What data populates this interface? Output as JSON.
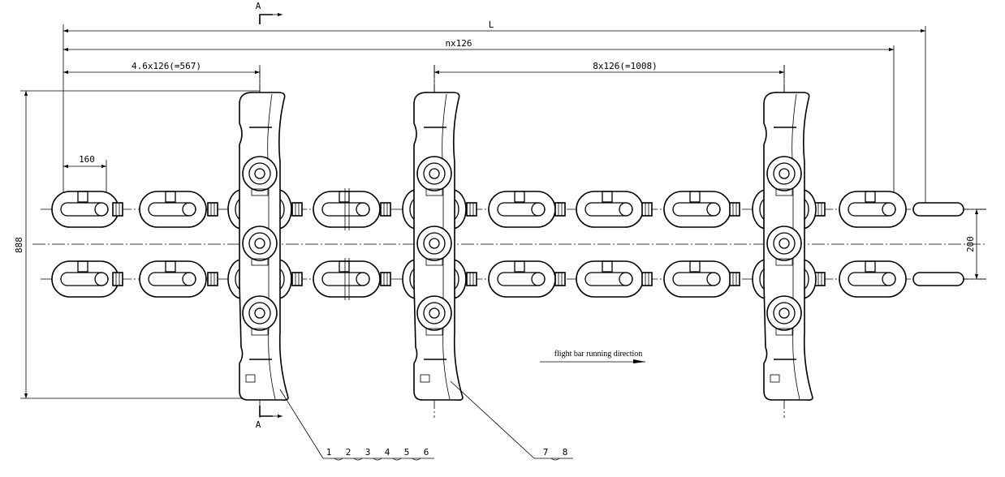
{
  "drawing": {
    "dimensions": {
      "overall_length": "L",
      "pitch_count": "nx126",
      "first_offset": "4.6x126(=567)",
      "flight_spacing": "8x126(=1008)",
      "link_length": "160",
      "total_height": "888",
      "strand_spacing": "200"
    },
    "section_marker": "A",
    "direction_note": "flight bar running direction",
    "part_numbers_left": [
      "1",
      "2",
      "3",
      "4",
      "5",
      "6"
    ],
    "part_numbers_right": [
      "7",
      "8"
    ]
  }
}
